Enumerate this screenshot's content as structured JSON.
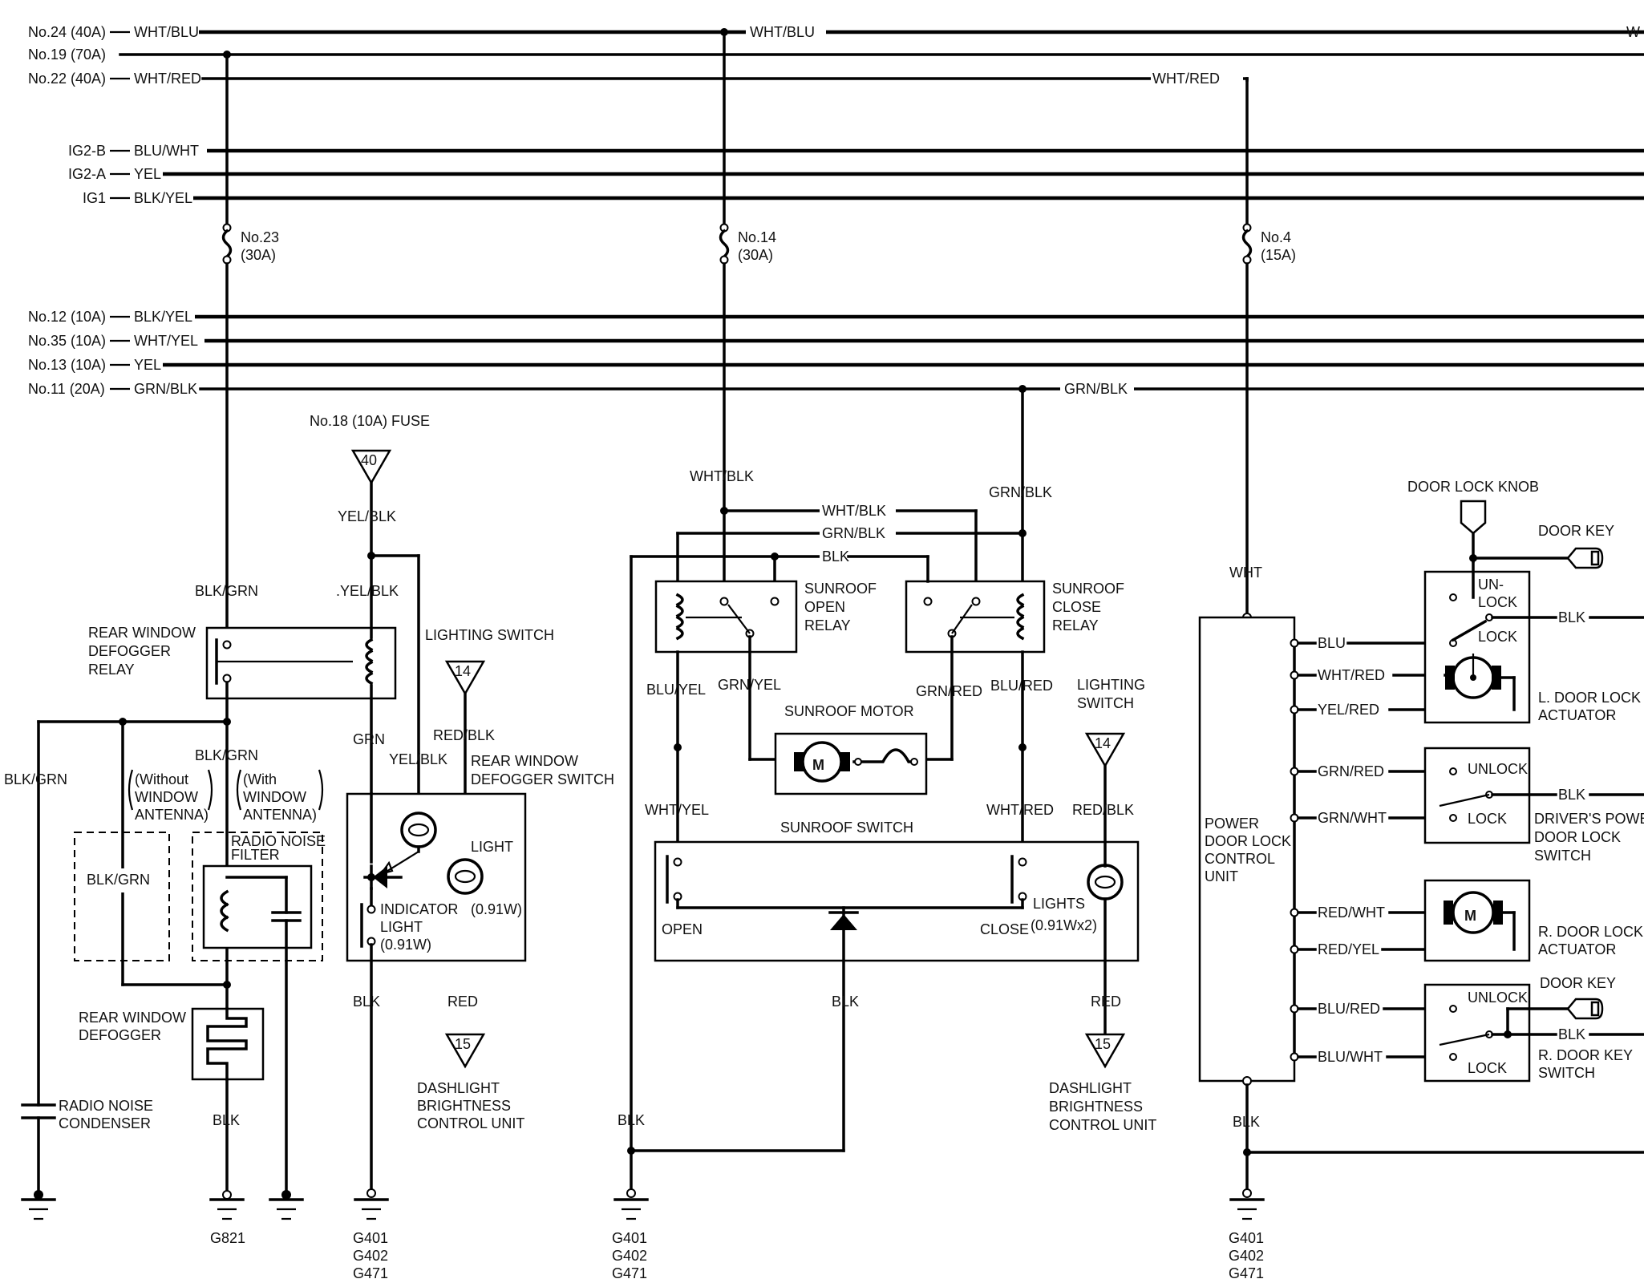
{
  "colors": {
    "line": "#000000",
    "background": "#ffffff"
  },
  "feeds": [
    {
      "label": "No.24 (40A)",
      "wire": "WHT/BLU"
    },
    {
      "label": "No.19 (70A)",
      "wire": ""
    },
    {
      "label": "No.22 (40A)",
      "wire": "WHT/RED"
    },
    {
      "label": "IG2-B",
      "wire": "BLU/WHT"
    },
    {
      "label": "IG2-A",
      "wire": "YEL"
    },
    {
      "label": "IG1",
      "wire": "BLK/YEL"
    },
    {
      "label": "No.12 (10A)",
      "wire": "BLK/YEL"
    },
    {
      "label": "No.35 (10A)",
      "wire": "WHT/YEL"
    },
    {
      "label": "No.13 (10A)",
      "wire": "YEL"
    },
    {
      "label": "No.11 (20A)",
      "wire": "GRN/BLK"
    }
  ],
  "bus_mid_labels": {
    "wht_blu": "WHT/BLU",
    "wht_red": "WHT/RED",
    "grn_blk": "GRN/BLK",
    "edge_w": "W"
  },
  "fuses": [
    {
      "name": "No.23",
      "rating": "(30A)"
    },
    {
      "name": "No.14",
      "rating": "(30A)"
    },
    {
      "name": "No.4",
      "rating": "(15A)"
    }
  ],
  "defogger": {
    "fuse18": "No.18 (10A) FUSE",
    "conn40": "40",
    "yel_blk_1": "YEL/BLK",
    "yel_blk_2": ".YEL/BLK",
    "blk_grn_1": "BLK/GRN",
    "blk_grn_2": "BLK/GRN",
    "blk_grn_left": "BLK/GRN",
    "blk_grn_box": "BLK/GRN",
    "relay_l1": "REAR WINDOW",
    "relay_l2": "DEFOGGER",
    "relay_l3": "RELAY",
    "lighting_switch": "LIGHTING SWITCH",
    "conn14": "14",
    "red_blk": "RED/BLK",
    "grn": "GRN",
    "yel_blk_3": "YEL/BLK",
    "switch_l1": "REAR WINDOW",
    "switch_l2": "DEFOGGER SWITCH",
    "light": "LIGHT",
    "light_w": "(0.91W)",
    "indicator_l1": "INDICATOR",
    "indicator_l2": "LIGHT",
    "indicator_l3": "(0.91W)",
    "blk_1": "BLK",
    "red_1": "RED",
    "conn15": "15",
    "dash_l1": "DASHLIGHT",
    "dash_l2": "BRIGHTNESS",
    "dash_l3": "CONTROL UNIT",
    "without_1": "(Without",
    "without_2": "WINDOW",
    "without_3": "ANTENNA)",
    "with_1": "(With",
    "with_2": "WINDOW",
    "with_3": "ANTENNA)",
    "rnf_1": "RADIO NOISE",
    "rnf_2": "FILTER",
    "rwd_1": "REAR WINDOW",
    "rwd_2": "DEFOGGER",
    "rnc_1": "RADIO NOISE",
    "rnc_2": "CONDENSER",
    "blk_2": "BLK",
    "g821": "G821",
    "g1": "G401",
    "g2": "G402",
    "g3": "G471"
  },
  "sunroof": {
    "wht_blk_1": "WHT/BLK",
    "wht_blk_2": "WHT/BLK",
    "grn_blk_1": "GRN/BLK",
    "grn_blk_2": "GRN/BLK",
    "blk_top": "BLK",
    "open_relay_1": "SUNROOF",
    "open_relay_2": "OPEN",
    "open_relay_3": "RELAY",
    "close_relay_1": "SUNROOF",
    "close_relay_2": "CLOSE",
    "close_relay_3": "RELAY",
    "blu_yel": "BLU/YEL",
    "grn_yel": "GRN/YEL",
    "grn_red": "GRN/RED",
    "blu_red": "BLU/RED",
    "motor": "SUNROOF MOTOR",
    "m": "M",
    "wht_yel": "WHT/YEL",
    "wht_red": "WHT/RED",
    "lighting_1": "LIGHTING",
    "lighting_2": "SWITCH",
    "conn14": "14",
    "red_blk": "RED/BLK",
    "switch": "SUNROOF SWITCH",
    "open": "OPEN",
    "close": "CLOSE",
    "lights": "LIGHTS",
    "lights_w": "(0.91Wx2)",
    "blk_mid": "BLK",
    "red": "RED",
    "conn15": "15",
    "dash_l1": "DASHLIGHT",
    "dash_l2": "BRIGHTNESS",
    "dash_l3": "CONTROL UNIT",
    "blk_left": "BLK",
    "g1": "G401",
    "g2": "G402",
    "g3": "G471"
  },
  "doorlock": {
    "knob": "DOOR LOCK KNOB",
    "key": "DOOR KEY",
    "key2": "DOOR KEY",
    "wht": "WHT",
    "unlock_1": "UN-",
    "unlock_2": "LOCK",
    "lock": "LOCK",
    "blk_1": "BLK",
    "blu": "BLU",
    "wht_red": "WHT/RED",
    "yel_red": "YEL/RED",
    "l_act_1": "L. DOOR LOCK",
    "l_act_2": "ACTUATOR",
    "grn_red": "GRN/RED",
    "grn_wht": "GRN/WHT",
    "unlock": "UNLOCK",
    "lock2": "LOCK",
    "blk_2": "BLK",
    "drv_1": "DRIVER'S POWER",
    "drv_2": "DOOR LOCK",
    "drv_3": "SWITCH",
    "unit_1": "POWER",
    "unit_2": "DOOR LOCK",
    "unit_3": "CONTROL",
    "unit_4": "UNIT",
    "red_wht": "RED/WHT",
    "red_yel": "RED/YEL",
    "m": "M",
    "r_act_1": "R. DOOR LOCK",
    "r_act_2": "ACTUATOR",
    "blu_red": "BLU/RED",
    "blu_wht": "BLU/WHT",
    "unlock3": "UNLOCK",
    "lock3": "LOCK",
    "blk_3": "BLK",
    "rks_1": "R. DOOR KEY",
    "rks_2": "SWITCH",
    "blk_gnd": "BLK",
    "g1": "G401",
    "g2": "G402",
    "g3": "G471"
  }
}
